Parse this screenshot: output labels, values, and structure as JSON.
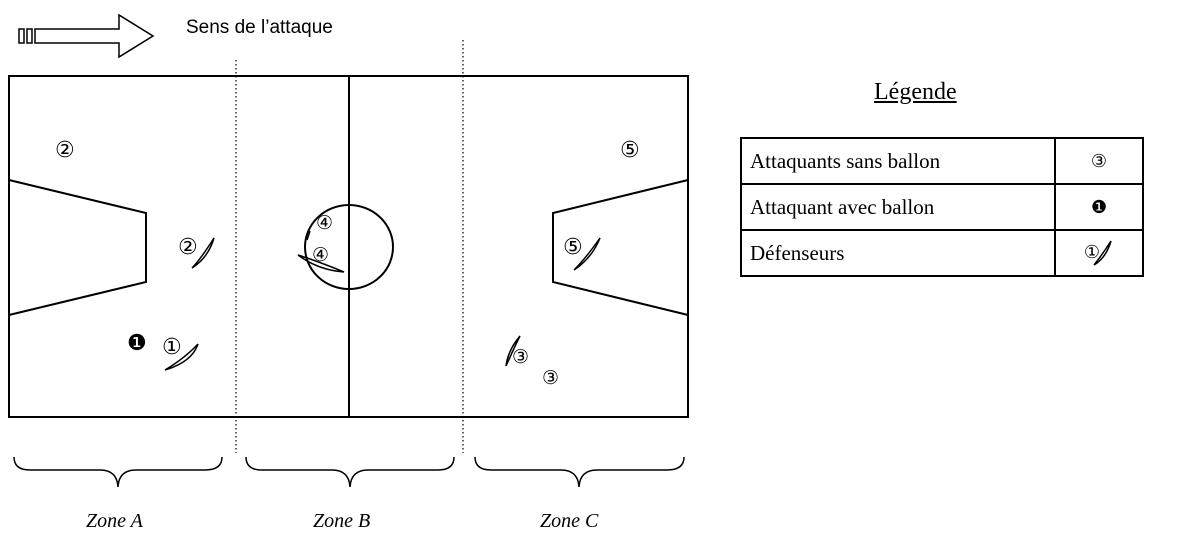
{
  "header": {
    "attack_direction": "Sens de l’attaque"
  },
  "zones": [
    "Zone A",
    "Zone B",
    "Zone C"
  ],
  "players": {
    "zone_a": {
      "attacker_free": "②",
      "defender_2": "②",
      "attacker_ball": "❶",
      "defender_1": "①"
    },
    "zone_b": {
      "attacker_free": "④",
      "defender_4": "④"
    },
    "zone_c": {
      "attacker_free_5": "⑤",
      "defender_5": "⑤",
      "defender_3": "③",
      "attacker_free_3": "③"
    }
  },
  "legend": {
    "title": "Légende",
    "rows": [
      {
        "label": "Attaquants sans ballon",
        "symbol": "③"
      },
      {
        "label": "Attaquant avec ballon",
        "symbol": "❶"
      },
      {
        "label": "Défenseurs",
        "symbol": "①"
      }
    ]
  }
}
